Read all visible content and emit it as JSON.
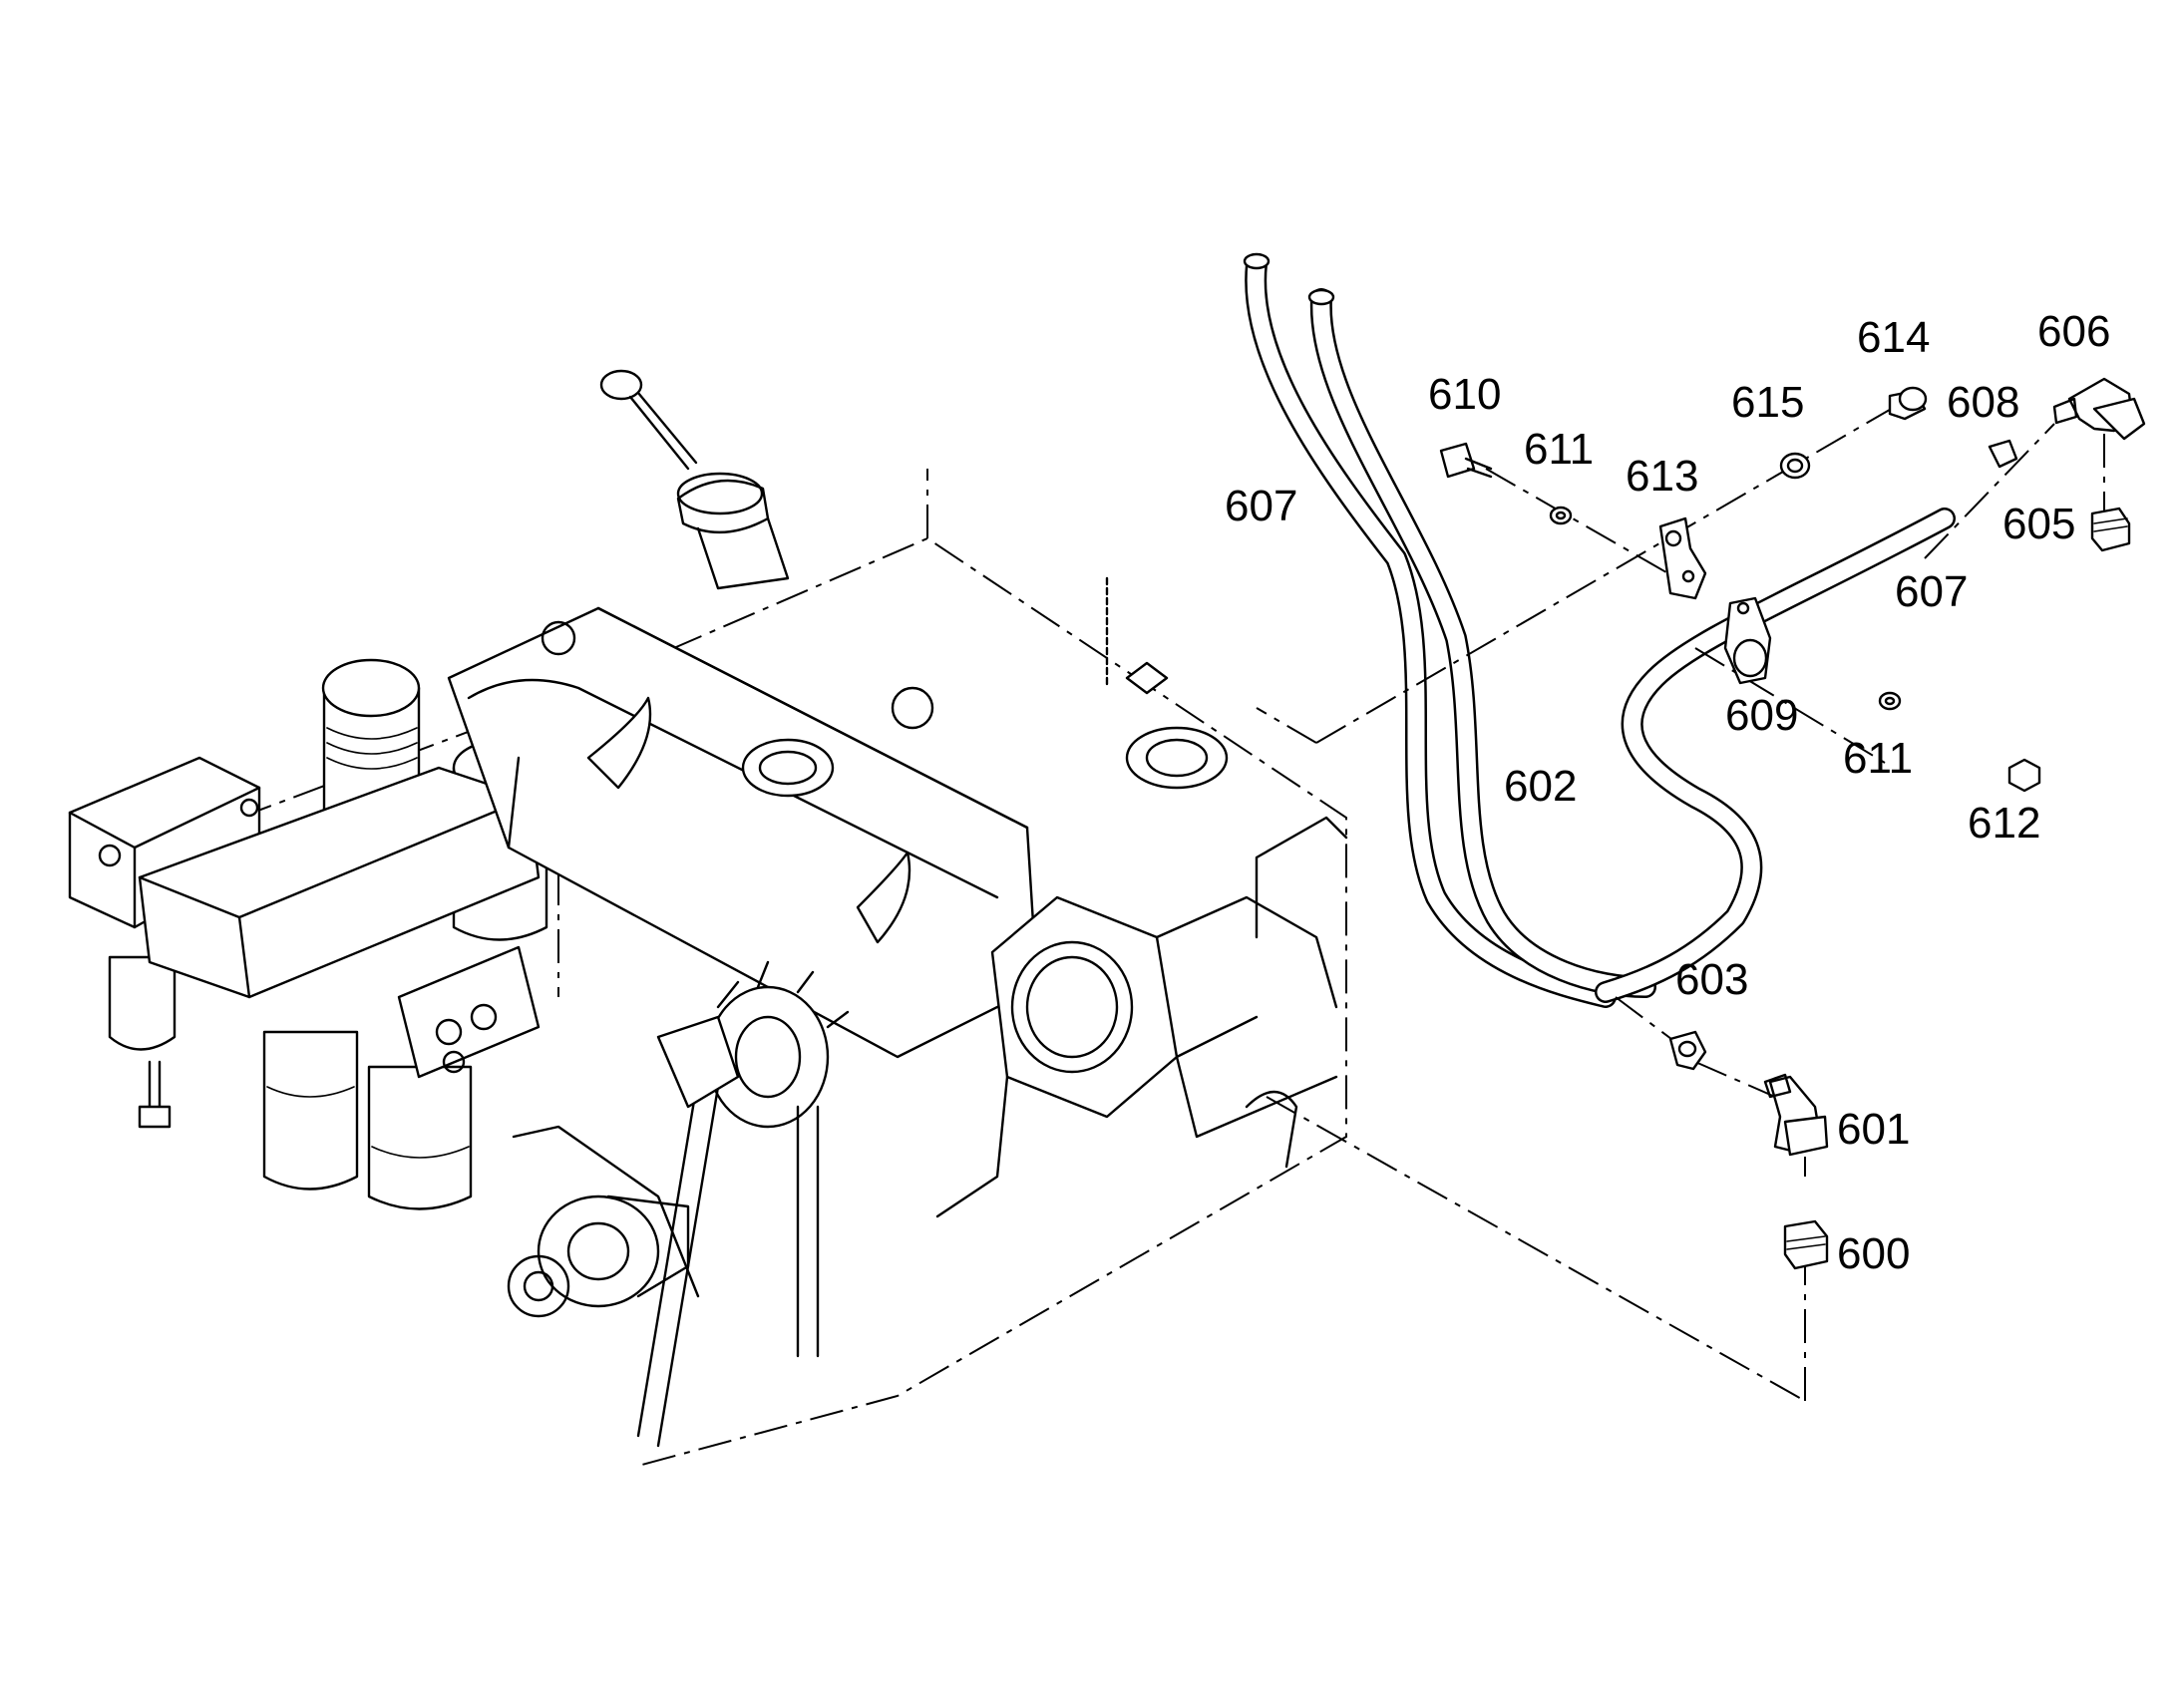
{
  "diagram": {
    "type": "exploded parts illustration",
    "labels": [
      {
        "id": "label-600",
        "text": "600"
      },
      {
        "id": "label-601",
        "text": "601"
      },
      {
        "id": "label-602",
        "text": "602"
      },
      {
        "id": "label-603",
        "text": "603"
      },
      {
        "id": "label-605",
        "text": "605"
      },
      {
        "id": "label-606",
        "text": "606"
      },
      {
        "id": "label-607-left",
        "text": "607"
      },
      {
        "id": "label-607-right",
        "text": "607"
      },
      {
        "id": "label-608",
        "text": "608"
      },
      {
        "id": "label-609",
        "text": "609"
      },
      {
        "id": "label-610",
        "text": "610"
      },
      {
        "id": "label-611-top",
        "text": "611"
      },
      {
        "id": "label-611-bottom",
        "text": "611"
      },
      {
        "id": "label-612",
        "text": "612"
      },
      {
        "id": "label-613",
        "text": "613"
      },
      {
        "id": "label-614",
        "text": "614"
      },
      {
        "id": "label-615",
        "text": "615"
      }
    ]
  }
}
